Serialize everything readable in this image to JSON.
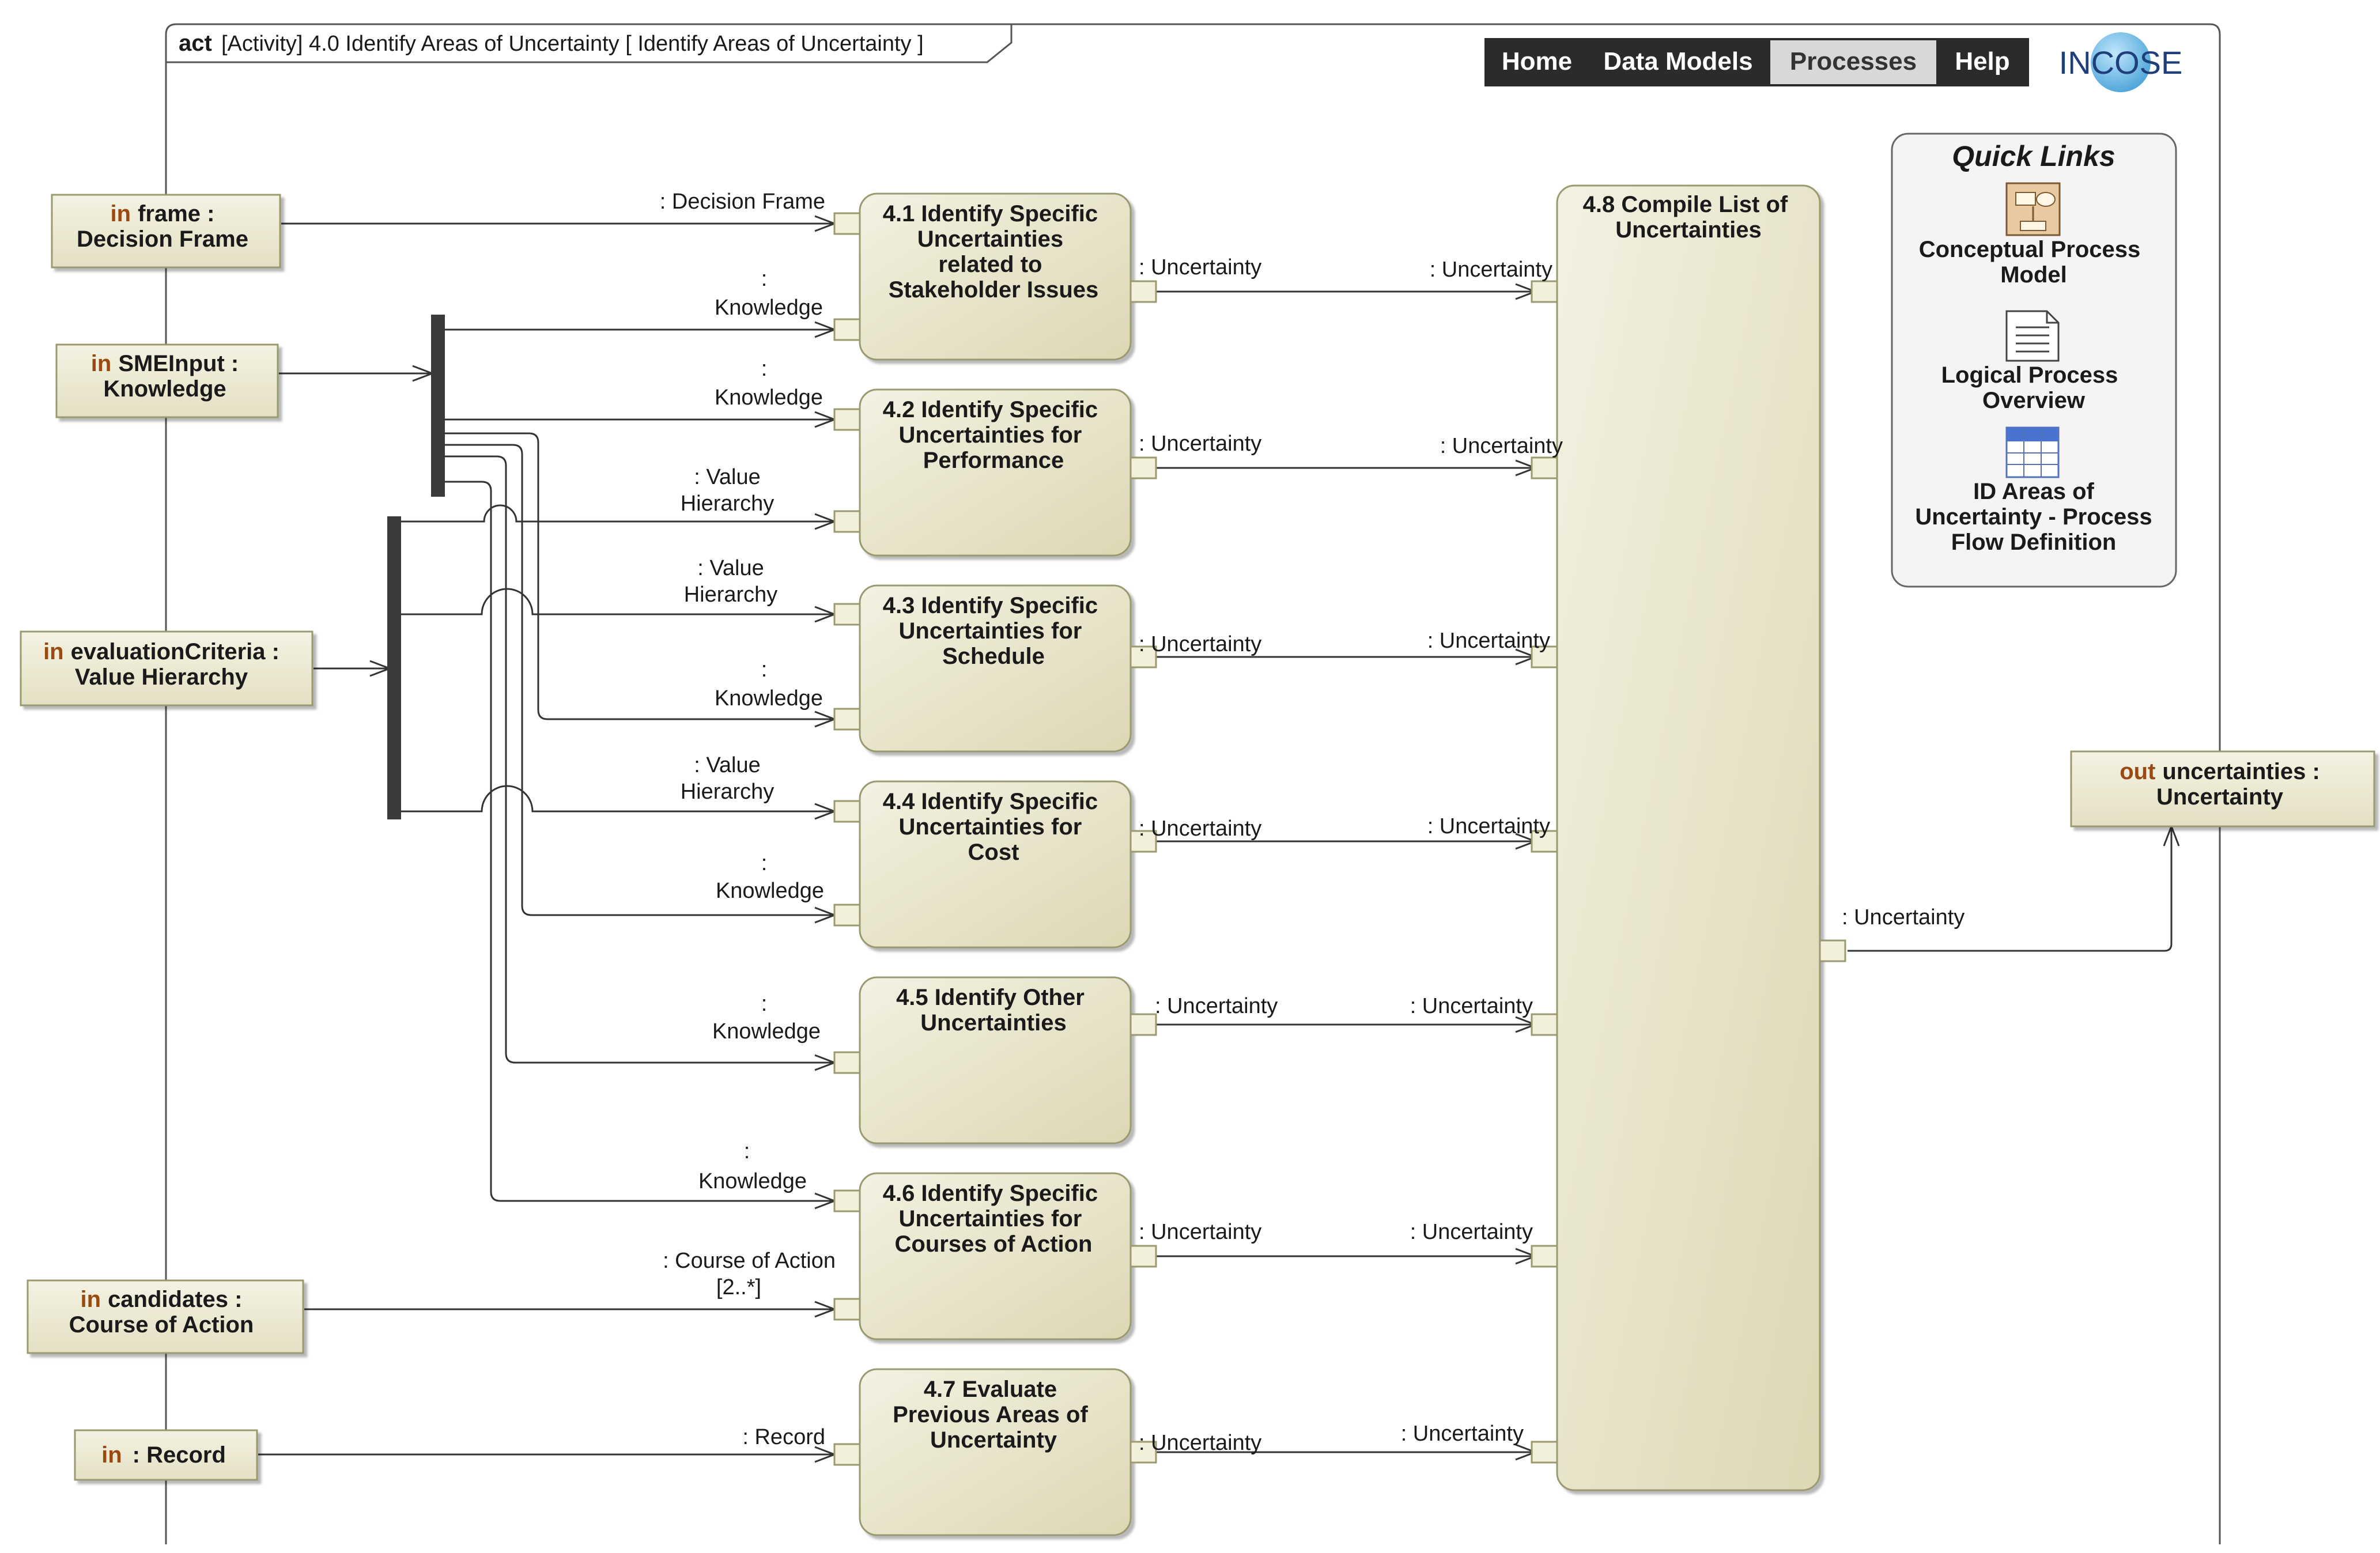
{
  "frame": {
    "keyword": "act",
    "label": "[Activity] 4.0 Identify Areas of Uncertainty [ Identify Areas of Uncertainty ]"
  },
  "nav": {
    "home": "Home",
    "data_models": "Data Models",
    "processes": "Processes",
    "help": "Help"
  },
  "logo": {
    "text": "INCOSE"
  },
  "quick_links": {
    "title": "Quick Links",
    "items": [
      {
        "line1": "Conceptual Process",
        "line2": "Model",
        "icon": "process-model-icon"
      },
      {
        "line1": "Logical Process",
        "line2": "Overview",
        "icon": "document-icon"
      },
      {
        "line1": "ID Areas of",
        "line2": "Uncertainty - Process",
        "line3": "Flow Definition",
        "icon": "table-icon"
      }
    ]
  },
  "params": {
    "frame": {
      "dir": "in",
      "line1": "frame :",
      "line2": "Decision Frame"
    },
    "sme": {
      "dir": "in",
      "line1": "SMEInput :",
      "line2": "Knowledge"
    },
    "eval": {
      "dir": "in",
      "line1": "evaluationCriteria :",
      "line2": "Value Hierarchy"
    },
    "candidates": {
      "dir": "in",
      "line1": "candidates :",
      "line2": "Course of Action"
    },
    "record": {
      "dir": "in",
      "line1": ": Record"
    },
    "out": {
      "dir": "out",
      "line1": "uncertainties :",
      "line2": "Uncertainty"
    }
  },
  "actions": {
    "a41": [
      "4.1 Identify Specific",
      "Uncertainties",
      "related to",
      "Stakeholder Issues"
    ],
    "a42": [
      "4.2 Identify Specific",
      "Uncertainties for",
      "Performance"
    ],
    "a43": [
      "4.3 Identify Specific",
      "Uncertainties for",
      "Schedule"
    ],
    "a44": [
      "4.4 Identify Specific",
      "Uncertainties for",
      "Cost"
    ],
    "a45": [
      "4.5 Identify Other",
      "Uncertainties"
    ],
    "a46": [
      "4.6 Identify Specific",
      "Uncertainties for",
      "Courses of Action"
    ],
    "a47": [
      "4.7 Evaluate",
      "Previous Areas of",
      "Uncertainty"
    ],
    "a48": [
      "4.8 Compile List of",
      "Uncertainties"
    ]
  },
  "pins": {
    "decision_frame": ": Decision Frame",
    "colon": ":",
    "knowledge": "Knowledge",
    "value": ": Value",
    "hierarchy": "Hierarchy",
    "uncertainty": ": Uncertainty",
    "coa": ": Course of Action",
    "multiplicity": "[2..*]",
    "record": ": Record"
  },
  "colors": {
    "action_fill": "#ece9d2",
    "action_border": "#9a9a70",
    "param_fill": "#efedd9",
    "keyword": "#9a4a10",
    "nav_bg": "#2b2b2b",
    "nav_active": "#d8d8d8",
    "fork_bar": "#3a3a3a"
  }
}
